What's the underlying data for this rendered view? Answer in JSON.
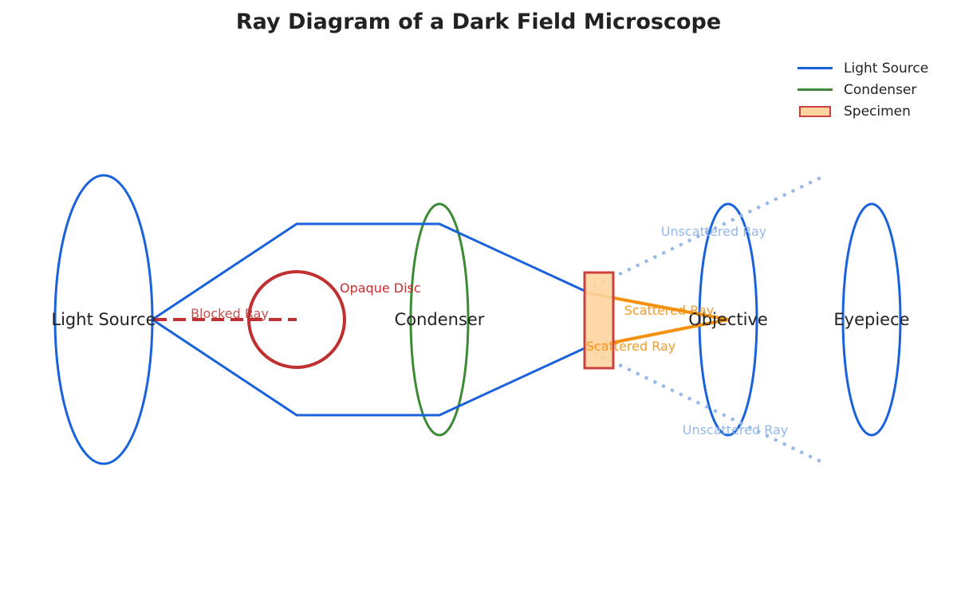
{
  "title": "Ray Diagram of a Dark Field Microscope",
  "legend": [
    {
      "label": "Light Source",
      "color": "#1a62db",
      "kind": "line"
    },
    {
      "label": "Condenser",
      "color": "#3d8a36",
      "kind": "line"
    },
    {
      "label": "Specimen",
      "color": "#cc3f3f",
      "fill": "#fdd4a0",
      "kind": "box"
    }
  ],
  "components": {
    "light_source": "Light Source",
    "condenser": "Condenser",
    "objective": "Objective",
    "eyepiece": "Eyepiece"
  },
  "annotations": {
    "opaque_disc": "Opaque Disc",
    "blocked_ray": "Blocked Ray",
    "scattered_ray_top": "Scattered Ray",
    "scattered_ray_bottom": "Scattered Ray",
    "unscattered_ray_top": "Unscattered Ray",
    "unscattered_ray_bottom": "Unscattered Ray"
  },
  "colors": {
    "light": "#1a62db",
    "condenser": "#3d8a36",
    "disc": "#c03030",
    "scattered": "#f5900c",
    "unscattered": "#94b8e8",
    "specimen_fill": "#fdd4a0",
    "specimen_stroke": "#cc3f3f"
  }
}
